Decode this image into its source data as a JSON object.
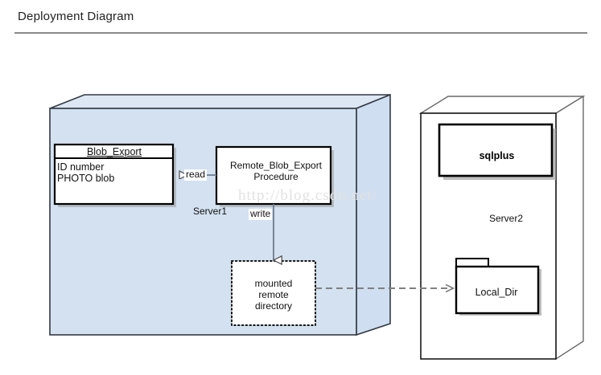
{
  "page": {
    "title": "Deployment Diagram"
  },
  "watermark": {
    "text": "http://blog.csdn.net/"
  },
  "diagram": {
    "type": "uml-deployment-diagram",
    "nodes": [
      {
        "id": "server1",
        "name": "Server1",
        "shape": "3d-node",
        "fill": "#d3e1f0",
        "stroke": "#333333"
      },
      {
        "id": "server2",
        "name": "Server2",
        "shape": "3d-node",
        "fill": "#ffffff",
        "stroke": "#000000"
      }
    ],
    "artifacts": [
      {
        "id": "blob-export",
        "kind": "class",
        "title": "Blob_Export",
        "attributes": [
          "ID number",
          "PHOTO blob"
        ],
        "parent": "server1"
      },
      {
        "id": "remote-blob-export-procedure",
        "kind": "component",
        "lines": [
          "Remote_Blob_Export",
          "Procedure"
        ],
        "parent": "server1"
      },
      {
        "id": "mounted-remote-directory",
        "kind": "dotted-box",
        "lines": [
          "mounted",
          "remote",
          "directory"
        ],
        "parent": "server1"
      },
      {
        "id": "sqlplus",
        "kind": "component",
        "title": "sqlplus",
        "parent": "server2"
      },
      {
        "id": "local-dir",
        "kind": "folder",
        "title": "Local_Dir",
        "parent": "server2"
      }
    ],
    "connectors": [
      {
        "id": "read",
        "label": "read",
        "from": "remote-blob-export-procedure",
        "to": "blob-export",
        "style": "solid",
        "arrowhead": "hollow-triangle",
        "color": "#6b7a8f"
      },
      {
        "id": "write",
        "label": "write",
        "from": "remote-blob-export-procedure",
        "to": "mounted-remote-directory",
        "style": "solid",
        "arrowhead": "hollow-triangle",
        "color": "#6b7a8f"
      },
      {
        "id": "mount",
        "label": "",
        "from": "mounted-remote-directory",
        "to": "local-dir",
        "style": "dashed",
        "arrowhead": "open",
        "color": "#808080"
      }
    ]
  }
}
